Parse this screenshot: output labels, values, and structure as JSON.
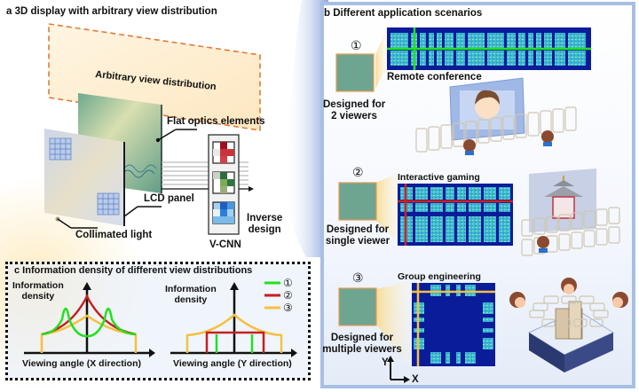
{
  "panel_a": {
    "title": "a 3D display with arbitrary view distribution",
    "view_plane_label": "Arbitrary view distribution",
    "flat_optics_label": "Flat optics elements",
    "lcd_label": "LCD panel",
    "collimated_label": "Collimated light",
    "vcnn_label": "V-CNN",
    "inverse_design_label": [
      "Inverse",
      "design"
    ],
    "colors": {
      "dash": "#e07a3a",
      "view_fill": "#fdebc8"
    }
  },
  "panel_b": {
    "title": "b Different application scenarios",
    "scenarios": [
      {
        "marker": "①",
        "caption": "Designed for",
        "caption2": "2 viewers",
        "map_label": "Remote conference",
        "line_color": "#22e022"
      },
      {
        "marker": "②",
        "caption": "Designed for",
        "caption2": "single viewer",
        "map_label": "Interactive gaming",
        "line_color": "#d42020"
      },
      {
        "marker": "③",
        "caption": "Designed for",
        "caption2": "multiple viewers",
        "map_label": "Group engineering",
        "line_color": "#f5c040"
      }
    ],
    "axis": {
      "y": "Y",
      "x": "X"
    },
    "border_color": "#9fb8e0"
  },
  "panel_c": {
    "title": "c Information density of different view distributions",
    "chart_x": {
      "ylabel": [
        "Information",
        "density"
      ],
      "xlabel": "Viewing angle (X direction)"
    },
    "chart_y": {
      "ylabel": [
        "Information",
        "density"
      ],
      "xlabel": "Viewing angle (Y direction)"
    },
    "legend": [
      {
        "label": "①",
        "color": "#22e022"
      },
      {
        "label": "②",
        "color": "#c42020"
      },
      {
        "label": "③",
        "color": "#f5c040"
      }
    ]
  }
}
